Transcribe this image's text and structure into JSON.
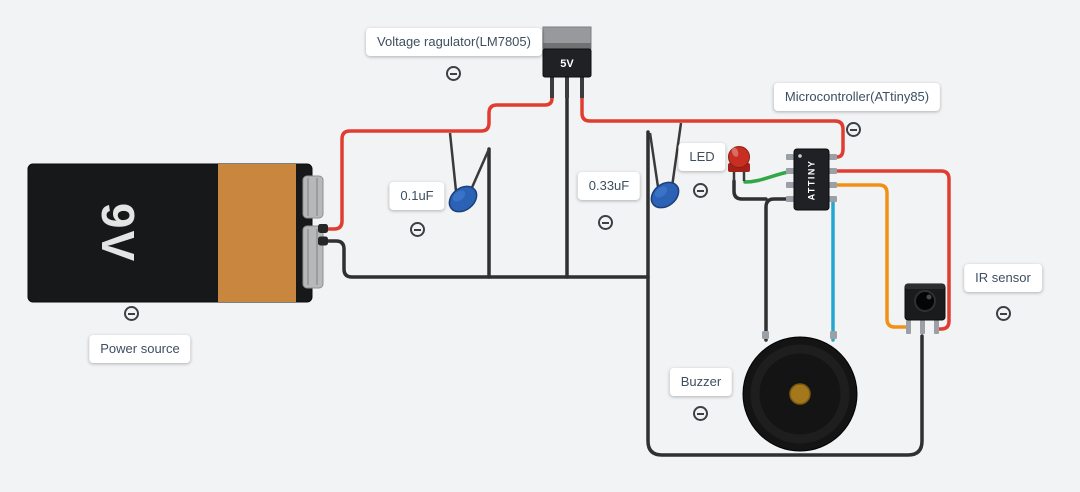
{
  "app": {
    "background": "#f2f3f5"
  },
  "colors": {
    "wire_red": "#e03c31",
    "wire_black": "#303030",
    "wire_green": "#31a843",
    "wire_orange": "#f29111",
    "wire_cyan": "#25a8cf",
    "cap_blue": "#2b62b5",
    "battery_orange": "#c9863f"
  },
  "annotations": {
    "voltage_regulator": {
      "label": "Voltage ragulator(LM7805)"
    },
    "microcontroller": {
      "label": "Microcontroller(ATtiny85)"
    },
    "led": {
      "label": "LED"
    },
    "cap1": {
      "label": "0.1uF"
    },
    "cap2": {
      "label": "0.33uF"
    },
    "ir_sensor": {
      "label": "IR sensor"
    },
    "buzzer": {
      "label": "Buzzer"
    },
    "power_source": {
      "label": "Power source"
    }
  },
  "components": {
    "battery": {
      "text": "9V"
    },
    "regulator": {
      "text": "5V"
    },
    "chip": {
      "text": "ATTINY"
    }
  }
}
